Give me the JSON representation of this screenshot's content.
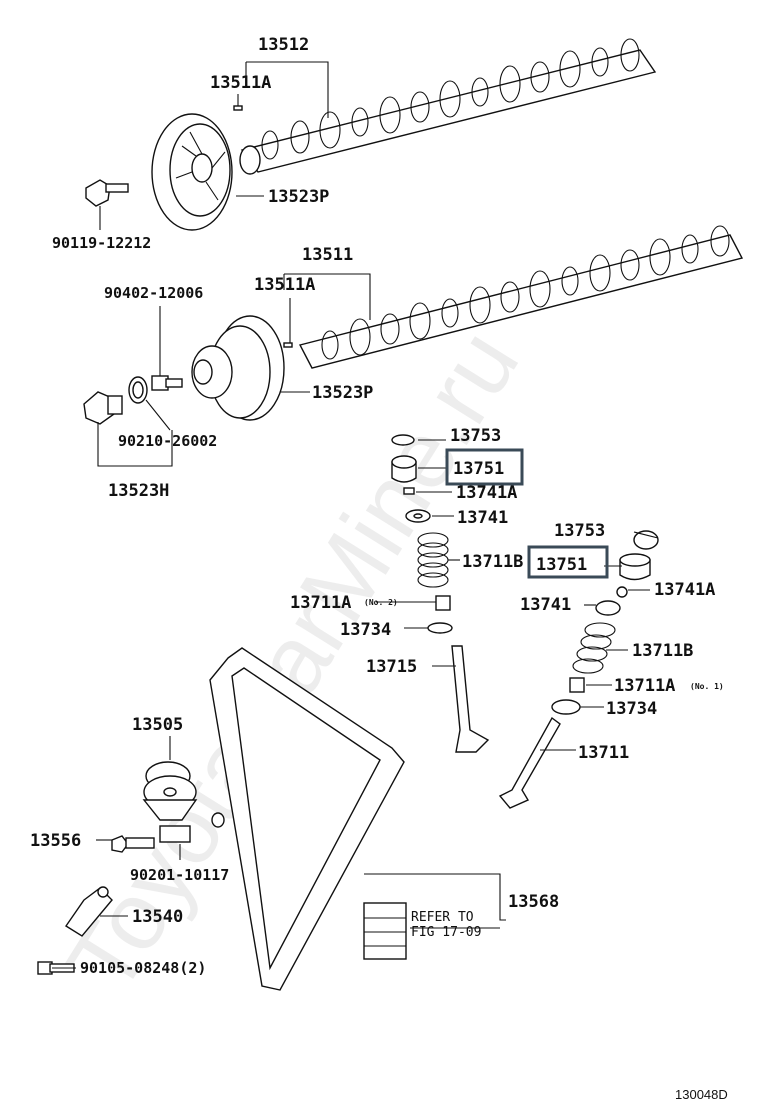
{
  "diagram": {
    "figure_code": "130048D",
    "watermark": "ToyotaCarMine.ru",
    "reference_note": [
      "REFER TO",
      "FIG 17-09"
    ],
    "highlight_color": "#3a4a57",
    "parts": {
      "p13512": "13512",
      "p13511A_top": "13511A",
      "p13523P_top": "13523P",
      "p90119": "90119-12212",
      "p13511": "13511",
      "p13511A_mid": "13511A",
      "p90402": "90402-12006",
      "p13523P_mid": "13523P",
      "p90210": "90210-26002",
      "p13523H": "13523H",
      "p13753_a": "13753",
      "p13751_a": "13751",
      "p13741A_a": "13741A",
      "p13741_a": "13741",
      "p13711B_a": "13711B",
      "p13711A_a": "13711A",
      "p13711A_a_note": "(No. 2)",
      "p13734_a": "13734",
      "p13715": "13715",
      "p13753_b": "13753",
      "p13751_b": "13751",
      "p13741A_b": "13741A",
      "p13741_b": "13741",
      "p13711B_b": "13711B",
      "p13711A_b": "13711A",
      "p13711A_b_note": "(No. 1)",
      "p13734_b": "13734",
      "p13711": "13711",
      "p13505": "13505",
      "p13556": "13556",
      "p90201": "90201-10117",
      "p13540": "13540",
      "p13568": "13568",
      "p90105": "90105-08248(2)"
    }
  }
}
